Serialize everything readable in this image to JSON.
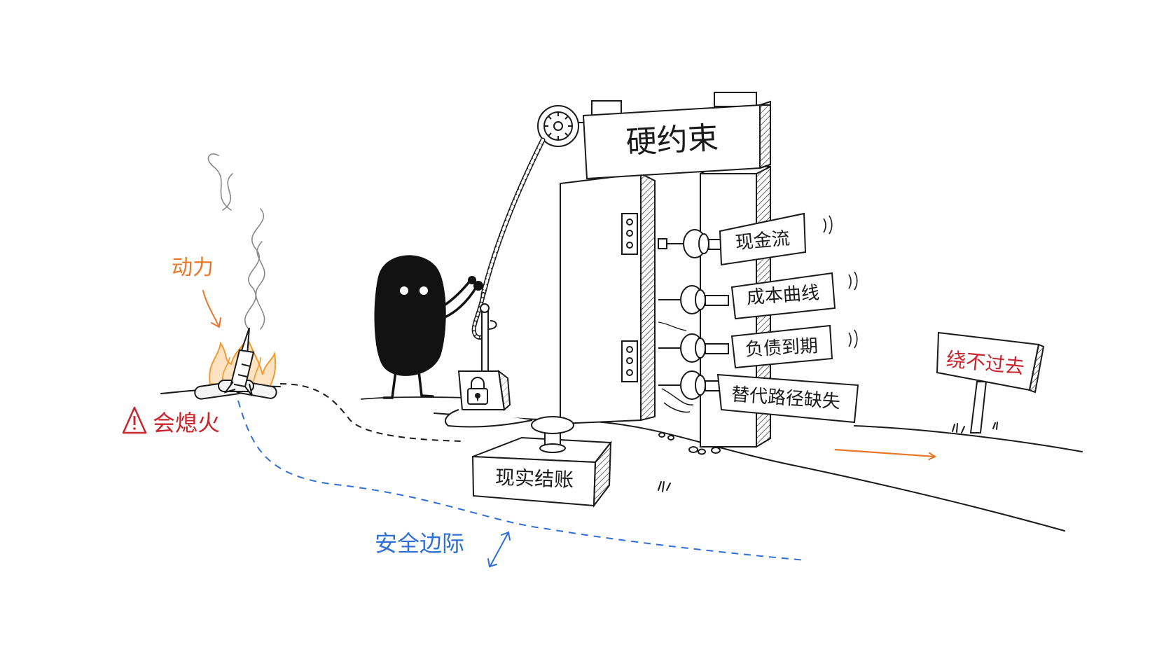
{
  "labels": {
    "gate_title": "硬约束",
    "fuel": "动力",
    "warning": "会熄火",
    "safety_margin": "安全边际",
    "reality_button": "现实结账",
    "cannot_bypass": "绕不过去"
  },
  "bolts": [
    {
      "text": "现金流"
    },
    {
      "text": "成本曲线"
    },
    {
      "text": "负债到期"
    },
    {
      "text": "替代路径缺失"
    }
  ],
  "colors": {
    "ink": "#1a1a1a",
    "orange": "#e8772a",
    "blue": "#2f6fd6",
    "red": "#c8242b",
    "flame": "#f29a2e"
  }
}
